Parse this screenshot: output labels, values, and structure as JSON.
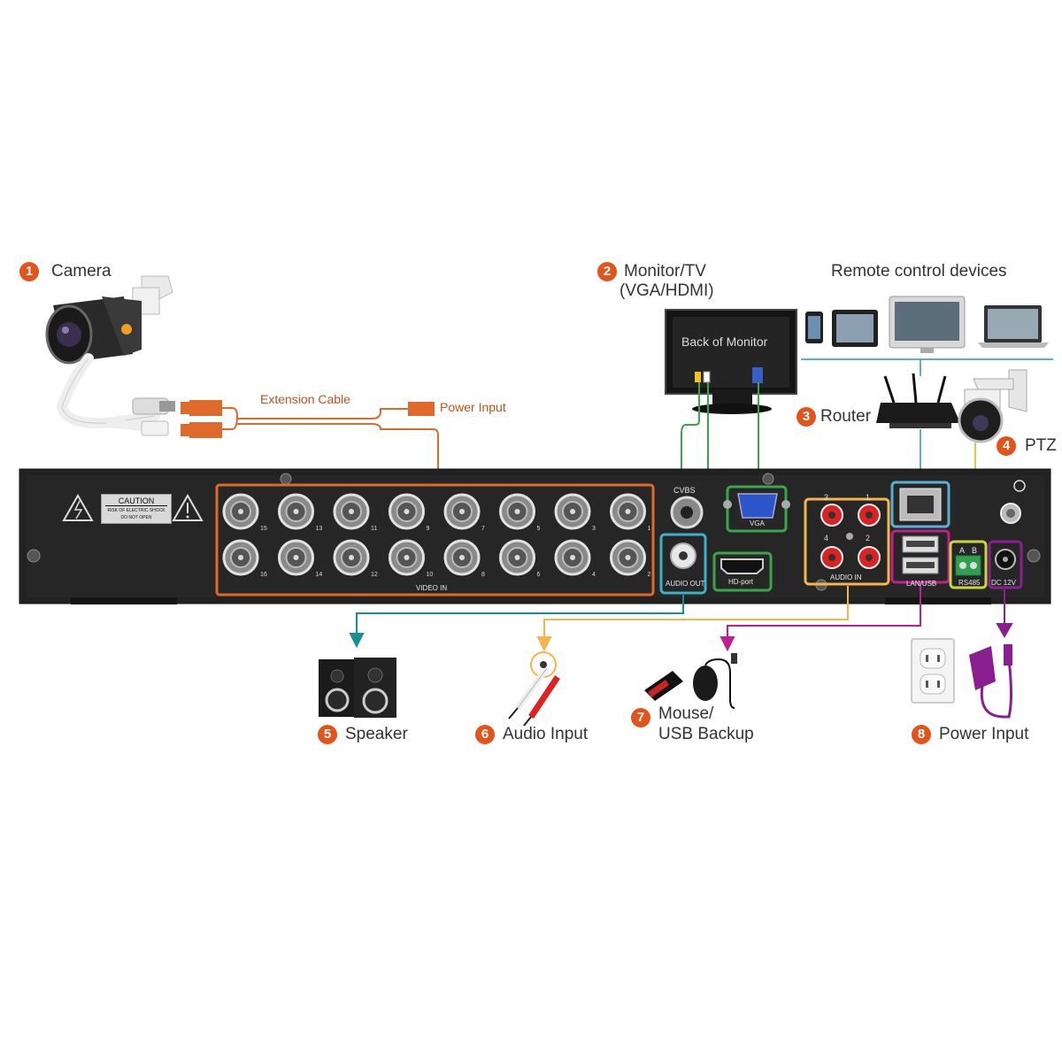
{
  "title": "",
  "accent_color": "#e2541c",
  "cable_colors": {
    "video": "#e0692c",
    "cvbs": "#3aa54a",
    "hdmi": "#3aa54a",
    "vga": "#3aa54a",
    "lan": "#58b0d8",
    "ptz": "#c9d641",
    "audio_out": "#178f8f",
    "audio_in": "#f5b54a",
    "usb": "#c0208e",
    "power": "#8a1f8f"
  },
  "devices": [
    {
      "number": "1",
      "label": "Camera"
    },
    {
      "number": "2",
      "label_line1": "Monitor/TV",
      "label_line2": "(VGA/HDMI)"
    },
    {
      "number": "3",
      "label": "Router"
    },
    {
      "number": "4",
      "label": "PTZ"
    },
    {
      "number": "5",
      "label": "Speaker"
    },
    {
      "number": "6",
      "label": "Audio Input"
    },
    {
      "number": "7",
      "label_line1": "Mouse/",
      "label_line2": "USB Backup"
    },
    {
      "number": "8",
      "label": "Power Input"
    }
  ],
  "remote_label": "Remote control devices",
  "cable_labels": {
    "extension": "Extension Cable",
    "power": "Power Input"
  },
  "monitor_back_text": "Back of Monitor",
  "caution": {
    "title": "CAUTION",
    "line1": "RISK OF ELECTRIC SHOCK",
    "line2": "DO NOT OPEN"
  },
  "ports": {
    "video_in": "VIDEO IN",
    "cvbs": "CVBS",
    "audio_out": "AUDIO OUT",
    "vga": "VGA",
    "hd_port": "HD-port",
    "audio_in": "AUDIO IN",
    "lan_usb": "LAN/USB",
    "rs485": "RS485",
    "dc12v": "DC 12V",
    "rs485_a": "A",
    "rs485_b": "B"
  },
  "bnc_top_numbers": [
    "15",
    "13",
    "11",
    "9",
    "7",
    "5",
    "3",
    "1"
  ],
  "bnc_bottom_numbers": [
    "16",
    "14",
    "12",
    "10",
    "8",
    "6",
    "4",
    "2"
  ],
  "audio_in_numbers": [
    "3",
    "1",
    "4",
    "2"
  ]
}
